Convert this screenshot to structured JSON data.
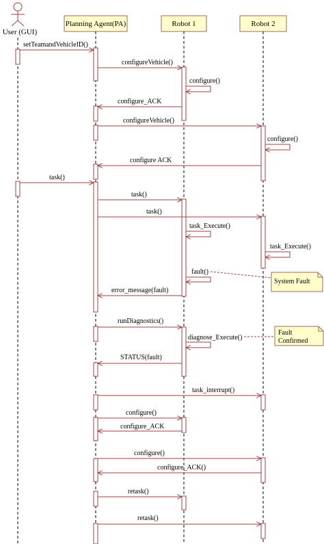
{
  "actor": {
    "name": ": User (GUI)"
  },
  "lifelines": [
    {
      "id": "pa",
      "label": "Planning Agent(PA)"
    },
    {
      "id": "r1",
      "label": "Robot 1"
    },
    {
      "id": "r2",
      "label": "Robot 2"
    }
  ],
  "messages": [
    {
      "from": "user",
      "to": "pa",
      "label": "setTeamandVehicleID()"
    },
    {
      "from": "pa",
      "to": "r1",
      "label": "configureVehicle()"
    },
    {
      "from": "r1",
      "to": "r1",
      "label": "configure()"
    },
    {
      "from": "r1",
      "to": "pa",
      "label": "configure_ACK"
    },
    {
      "from": "pa",
      "to": "r2",
      "label": "configureVehicle()"
    },
    {
      "from": "r2",
      "to": "r2",
      "label": "configure()"
    },
    {
      "from": "r2",
      "to": "pa",
      "label": "configure ACK"
    },
    {
      "from": "user",
      "to": "pa",
      "label": "task()"
    },
    {
      "from": "pa",
      "to": "r1",
      "label": "task()"
    },
    {
      "from": "pa",
      "to": "r2",
      "label": "task()"
    },
    {
      "from": "r1",
      "to": "r1",
      "label": "task_Execute()"
    },
    {
      "from": "r2",
      "to": "r2",
      "label": "task_Execute()"
    },
    {
      "from": "r1",
      "to": "r1",
      "label": "fault()"
    },
    {
      "from": "r1",
      "to": "pa",
      "label": "error_message(fault)"
    },
    {
      "from": "pa",
      "to": "r1",
      "label": "runDiagnostics()"
    },
    {
      "from": "r1",
      "to": "r1",
      "label": "diagnose_Execute()"
    },
    {
      "from": "r1",
      "to": "pa",
      "label": "STATUS(fault)"
    },
    {
      "from": "pa",
      "to": "r2",
      "label": "task_interrupt()"
    },
    {
      "from": "pa",
      "to": "r1",
      "label": "configure()"
    },
    {
      "from": "r1",
      "to": "pa",
      "label": "configure_ACK"
    },
    {
      "from": "pa",
      "to": "r2",
      "label": "configure()"
    },
    {
      "from": "r2",
      "to": "pa",
      "label": "configure_ACK()"
    },
    {
      "from": "pa",
      "to": "r1",
      "label": "retask()"
    },
    {
      "from": "pa",
      "to": "r2",
      "label": "retask()"
    }
  ],
  "notes": [
    {
      "lines": [
        "System Fault"
      ]
    },
    {
      "lines": [
        "Fault",
        "Confirmed"
      ]
    }
  ],
  "colors": {
    "lifeline_box_fill": "#ffffcc",
    "lifeline_box_stroke": "#a06464",
    "message_stroke": "#a04040",
    "note_fill": "#ffffcc",
    "line": "#000000"
  }
}
